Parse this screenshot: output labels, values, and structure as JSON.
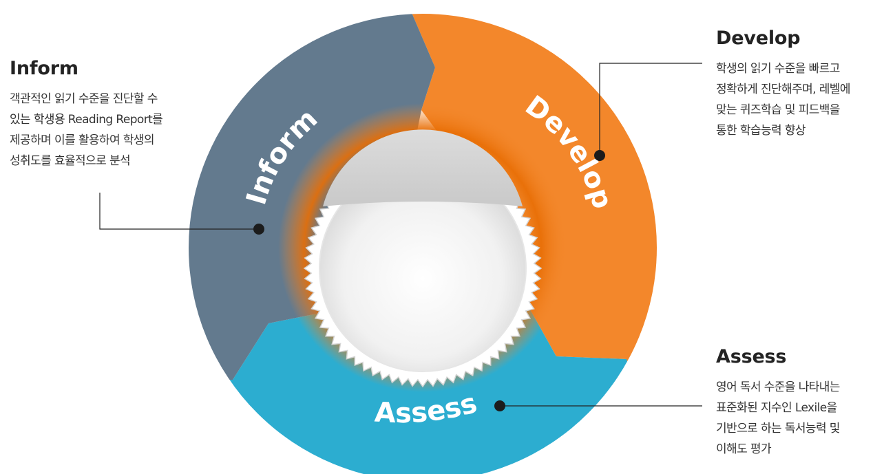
{
  "segments": {
    "inform": {
      "label": "Inform",
      "color": "#637a8e"
    },
    "develop": {
      "label": "Develop",
      "color": "#f3872b"
    },
    "assess": {
      "label": "Assess",
      "color": "#2cadd0"
    }
  },
  "callouts": {
    "inform": {
      "title": "Inform",
      "lines": [
        "객관적인 읽기 수준을 진단할 수",
        "있는 학생용 Reading Report를",
        "제공하며 이를 활용하여 학생의",
        "성취도를 효율적으로 분석"
      ]
    },
    "develop": {
      "title": "Develop",
      "lines": [
        "학생의 읽기 수준을 빠르고",
        "정확하게 진단해주며, 레벨에",
        "맞는 퀴즈학습 및 피드백을",
        "통한 학습능력 향상"
      ]
    },
    "assess": {
      "title": "Assess",
      "lines": [
        "영어 독서 수준을 나타내는",
        "표준화된 지수인 Lexile을",
        "기반으로 하는 독서능력 및",
        "이해도 평가"
      ]
    }
  }
}
